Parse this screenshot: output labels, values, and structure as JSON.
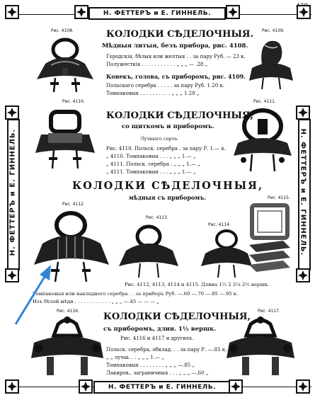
{
  "page_number": "429",
  "header_band": "Н. ФЕТТЕРЪ и Е. ГИННЕЛЬ.",
  "footer_band": "Н. ФЕТТЕРЪ и Е. ГИННЕЛЬ.",
  "side_band_left": "Н. ФЕТТЕРЪ и Е. ГИННЕЛЬ.",
  "side_band_right": "Н. ФЕТТЕРЪ и Е. ГИННЕЛЬ.",
  "section1": {
    "fig_left": "Рис. 4108.",
    "fig_right": "Рис. 4109.",
    "title": "КОЛОДКИ СѢДЕЛОЧНЫЯ.",
    "subtitle": "Мѣдныя литыя, безъ прибора, рис. 4108.",
    "lines": [
      "Городскія, бѣлыя или желтыя . . за пару Руб. — 23 к.",
      "Полужесткія . . . . . . . . . . . „ „ „ — .28 „",
      "Конекъ, голова, съ приборомъ, рис. 4109.",
      "Польскаго серебра . . . . . за пару Руб. 1.20 к.",
      "Томпаковыя . . . . . . . . . . „ „ „ 1.20 „"
    ]
  },
  "section2": {
    "fig_left": "Рис. 4110.",
    "fig_right": "Рис. 4111.",
    "title": "КОЛОДКИ СѢДЕЛОЧНЫЯ,",
    "subtitle": "со щиткомъ и приборомъ.",
    "grade": "Лучшаго сорта.",
    "lines": [
      "Рис. 4110. Польск. серебра . за пару Р. 1.— к.",
      "„ 4110. Томпаковыя . . . „ „ „ 1.— „",
      "„ 4111. Польск. серебра . „ „ „ 1.— „",
      "„ 4111. Томпаковыя . . . „ „ „ 1.— „"
    ]
  },
  "section3": {
    "title": "КОЛОДКИ СѢДЕЛОЧНЫЯ,",
    "subtitle": "мѣдныя съ приборомъ.",
    "fig_labels": [
      "Рис. 4112",
      "Рис. 4113.",
      "Рис. 4114.",
      "Рис. 4115."
    ],
    "size_row": "Рис. 4112, 4113, 4114 и 4115. Длина 1½ 2 2¼ 2½ вершк.",
    "lines": [
      "Томпаковыя или накладного серебра . . за приборъ Руб. —.60 —.70 —.85 —.95 к.",
      "Изъ бѣлой мѣди . . . . . . . . . . . . „ „ „ —.45 — — — „"
    ]
  },
  "section4": {
    "fig_left": "Рис. 4116.",
    "fig_right": "Рис. 4117.",
    "title": "КОЛОДКИ СѢДЕЛОЧНЫЯ,",
    "subtitle": "съ приборомъ, длин. 1½ вершк.",
    "subtitle2": "Рис. 4116 и 4117 и другихъ.",
    "lines": [
      "Польск. серебра, обклад. . . за пару Р. —.85 к.",
      "„ „ лучш. . . „ „ „ 1.— „",
      "Томпаковыя . . . . . . . . „ „ „ —.85 „",
      "Лакиров., заграничныя . . . „ „ „ —.60 „"
    ]
  },
  "colors": {
    "ink": "#111111",
    "paper": "#ffffff",
    "arrow": "#2f86d6"
  }
}
